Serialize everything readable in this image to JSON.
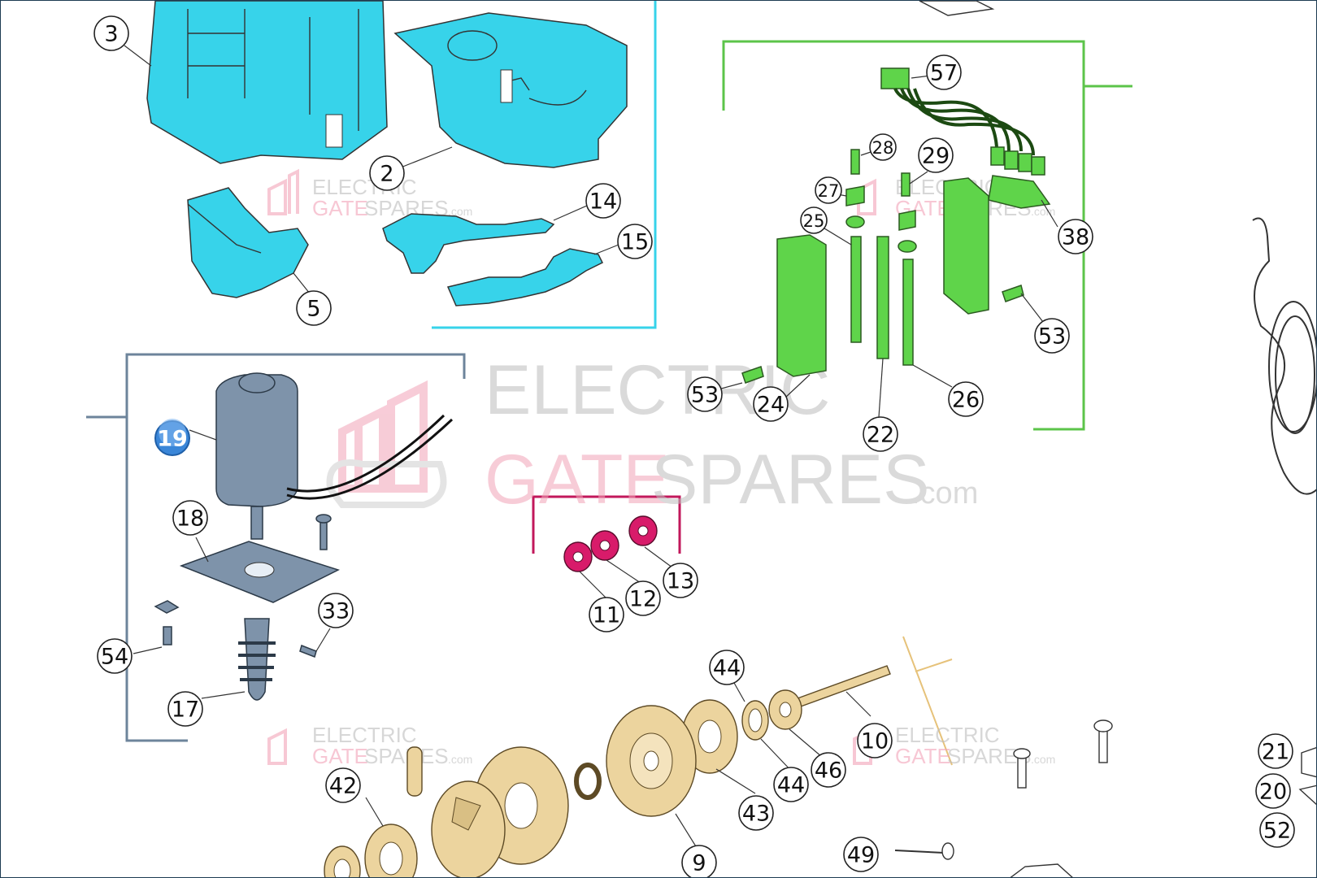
{
  "watermark": {
    "line1": "ELECTRIC",
    "line2_a": "GATE",
    "line2_b": "SPARES",
    "suffix": ".com"
  },
  "callouts": {
    "c2": "2",
    "c3": "3",
    "c5": "5",
    "c9": "9",
    "c10": "10",
    "c11": "11",
    "c12": "12",
    "c13": "13",
    "c14": "14",
    "c15": "15",
    "c17": "17",
    "c18": "18",
    "c19": "19",
    "c20": "20",
    "c21": "21",
    "c22": "22",
    "c24": "24",
    "c25": "25",
    "c26": "26",
    "c27": "27",
    "c28": "28",
    "c29": "29",
    "c33": "33",
    "c38": "38",
    "c42": "42",
    "c43": "43",
    "c44a": "44",
    "c44b": "44",
    "c46": "46",
    "c49": "49",
    "c52": "52",
    "c53a": "53",
    "c53b": "53",
    "c54": "54",
    "c57": "57"
  },
  "colors": {
    "housing_group": "#37d3ea",
    "electronics_group": "#5fd44a",
    "bushing_group": "#d81b6a",
    "gear_group": "#ecd49e",
    "motor_group": "#7e93aa",
    "selected_badge": "#3a86d8"
  }
}
